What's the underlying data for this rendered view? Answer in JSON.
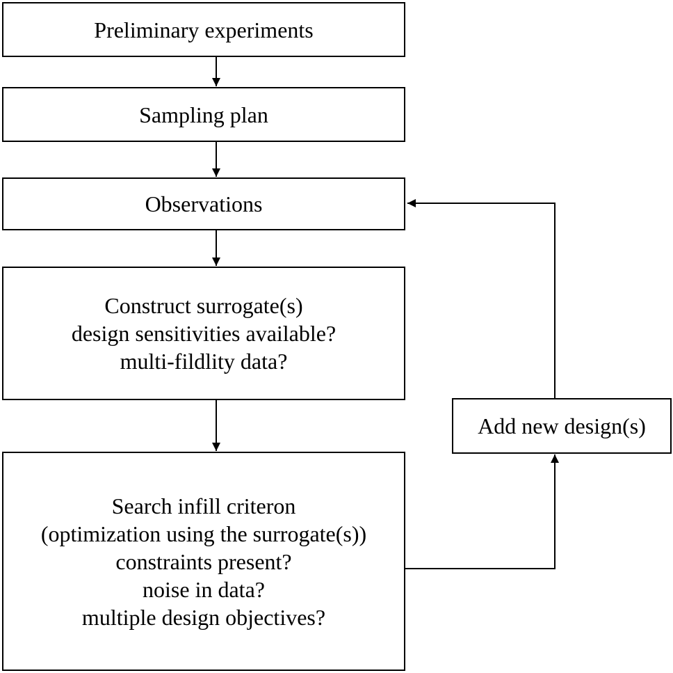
{
  "flowchart": {
    "preliminary": {
      "lines": [
        "Preliminary experiments"
      ]
    },
    "sampling": {
      "lines": [
        "Sampling plan"
      ]
    },
    "observations": {
      "lines": [
        "Observations"
      ]
    },
    "surrogate": {
      "lines": [
        "Construct surrogate(s)",
        "design sensitivities available?",
        "multi-fildlity data?"
      ]
    },
    "infill": {
      "lines": [
        "Search infill criteron",
        "(optimization using the surrogate(s))",
        "constraints present?",
        "noise in data?",
        "multiple design objectives?"
      ]
    },
    "add_design": {
      "lines": [
        "Add new design(s)"
      ]
    }
  }
}
